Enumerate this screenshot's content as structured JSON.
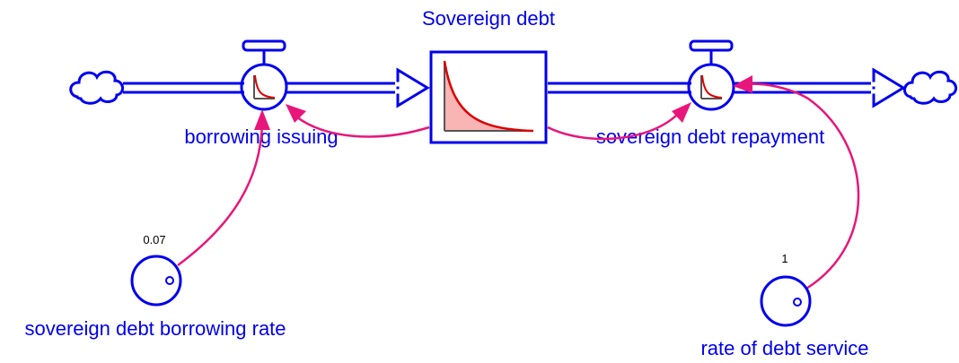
{
  "stock": {
    "label": "Sovereign debt"
  },
  "flows": {
    "inflow": {
      "label": "borrowing issuing"
    },
    "outflow": {
      "label": "sovereign debt repayment"
    }
  },
  "auxiliaries": {
    "borrowing_rate": {
      "label": "sovereign debt borrowing rate",
      "value": "0.07"
    },
    "debt_service": {
      "label": "rate of debt service",
      "value": "1"
    }
  },
  "colors": {
    "structure": "#0000ee",
    "link": "#e8167a",
    "graph_line": "#dd0000",
    "graph_fill": "#f9b4b4"
  },
  "icons": [
    "cloud-icon",
    "valve-icon",
    "stock-box",
    "converter-icon",
    "link-arrow"
  ]
}
